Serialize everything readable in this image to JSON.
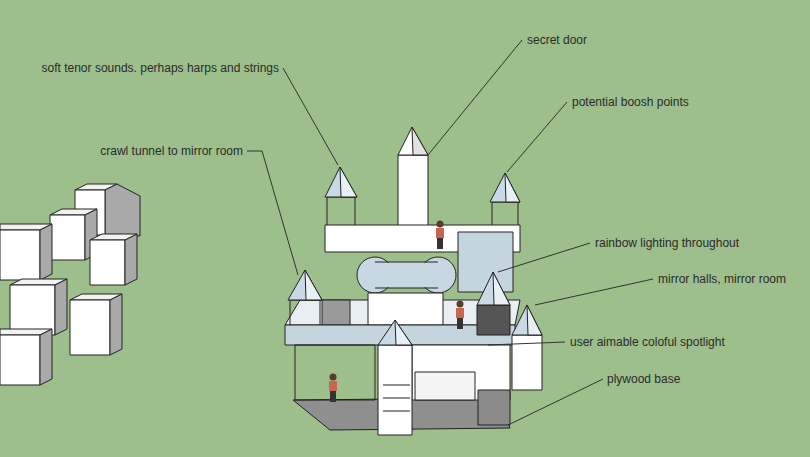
{
  "diagram": {
    "labels": [
      "soft tenor sounds. perhaps harps and strings",
      "secret door",
      "potential boosh points",
      "crawl tunnel to mirror room",
      "rainbow lighting throughout",
      "mirror halls, mirror room",
      "user aimable coloful spotlight",
      "plywood base"
    ]
  }
}
